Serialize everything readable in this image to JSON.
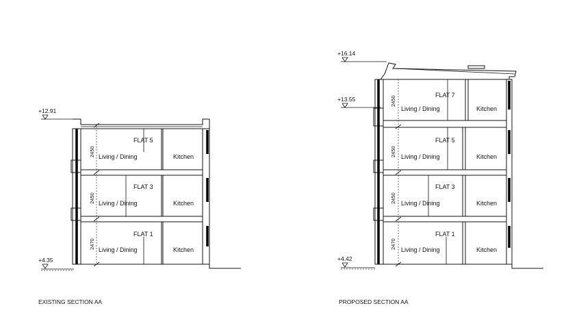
{
  "existing": {
    "title": "EXISTING SECTION AA",
    "top_level": "+12.91",
    "bottom_level": "+4.35",
    "floors": [
      {
        "flat": "FLAT 5",
        "living": "Living / Dining",
        "kitchen": "Kitchen",
        "height": "2450"
      },
      {
        "flat": "FLAT 3",
        "living": "Living / Dining",
        "kitchen": "Kitchen",
        "height": "2450"
      },
      {
        "flat": "FLAT 1",
        "living": "Living / Dining",
        "kitchen": "Kitchen",
        "height": "2470"
      }
    ]
  },
  "proposed": {
    "title": "PROPOSED SECTION AA",
    "roof_level": "+16.14",
    "top_level": "+13.55",
    "bottom_level": "+4.42",
    "floors": [
      {
        "flat": "FLAT 7",
        "living": "Living / Dining",
        "kitchen": "Kitchen",
        "height": "2450"
      },
      {
        "flat": "FLAT 5",
        "living": "Living / Dining",
        "kitchen": "Kitchen",
        "height": "2450"
      },
      {
        "flat": "FLAT 3",
        "living": "Living / Dining",
        "kitchen": "Kitchen",
        "height": "2450"
      },
      {
        "flat": "FLAT 1",
        "living": "Living / Dining",
        "kitchen": "Kitchen",
        "height": "2470"
      }
    ]
  }
}
